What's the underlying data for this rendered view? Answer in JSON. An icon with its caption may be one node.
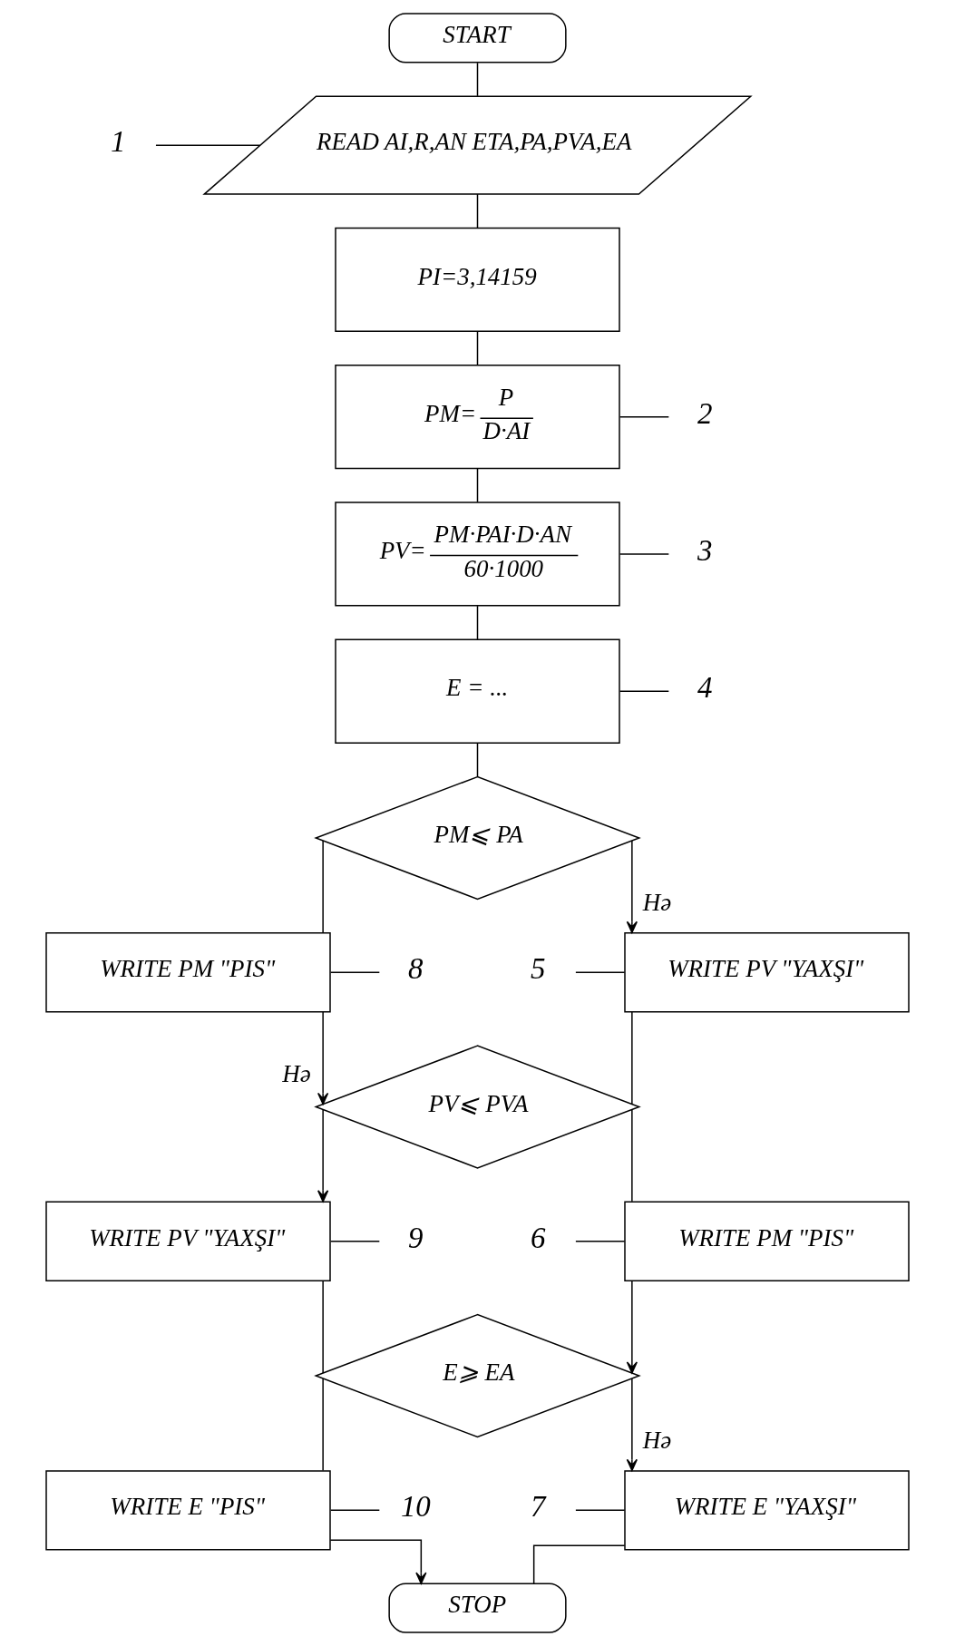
{
  "diagram": {
    "nodes": [
      {
        "text": [
          "START"
        ]
      },
      {
        "text": [
          "READ AI,R,AN ETA,PA,PVA,EA"
        ]
      },
      {
        "text": [
          "PI=3,14159"
        ]
      },
      {
        "text": [
          "PM=",
          "P",
          "D·AI"
        ]
      },
      {
        "text": [
          "PV=",
          "PM·PAI·D·AN",
          "60·1000"
        ]
      },
      {
        "text": [
          "E = ..."
        ]
      },
      {
        "text": [
          "PM⩽ PA"
        ]
      },
      {
        "text": [
          "WRITE PV \"YAXŞI\""
        ]
      },
      {
        "text": [
          "PV⩽ PVA"
        ]
      },
      {
        "text": [
          "WRITE PM \"PIS\""
        ]
      },
      {
        "text": [
          "WRITE PM \"PIS\""
        ]
      },
      {
        "text": [
          "WRITE PV \"YAXŞI\""
        ]
      },
      {
        "text": [
          "E⩾ EA"
        ]
      },
      {
        "text": [
          "WRITE E \"YAXŞI\""
        ]
      },
      {
        "text": [
          "WRITE E \"PIS\""
        ]
      },
      {
        "text": [
          "STOP"
        ]
      },
      {
        "text": [
          "1"
        ]
      },
      {
        "text": [
          "2"
        ]
      },
      {
        "text": [
          "3"
        ]
      },
      {
        "text": [
          "4"
        ]
      },
      {
        "text": [
          "5"
        ]
      },
      {
        "text": [
          "8"
        ]
      },
      {
        "text": [
          "6"
        ]
      },
      {
        "text": [
          "9"
        ]
      },
      {
        "text": [
          "7"
        ]
      },
      {
        "text": [
          "10"
        ]
      }
    ],
    "edges": [
      {
        "from": 0,
        "to": 1,
        "arrow": "none"
      },
      {
        "from": 1,
        "to": 2,
        "arrow": "none"
      },
      {
        "from": 2,
        "to": 3,
        "arrow": "none"
      },
      {
        "from": 3,
        "to": 4,
        "arrow": "none"
      },
      {
        "from": 4,
        "to": 5,
        "arrow": "none"
      },
      {
        "from": 5,
        "to": 6,
        "arrow": "none"
      },
      {
        "from": 6,
        "to": 7,
        "arrow": "to",
        "label": "Hə"
      },
      {
        "from": 6,
        "to": 9,
        "arrow": "none"
      },
      {
        "from": 7,
        "to": 8,
        "arrow": "none"
      },
      {
        "from": 9,
        "to": 8,
        "arrow": "to",
        "label": "Hə"
      },
      {
        "from": 8,
        "to": 10,
        "arrow": "none"
      },
      {
        "from": 8,
        "to": 11,
        "arrow": "to"
      },
      {
        "from": 10,
        "to": 12,
        "arrow": "to"
      },
      {
        "from": 11,
        "to": 12,
        "arrow": "none"
      },
      {
        "from": 12,
        "to": 13,
        "arrow": "to",
        "label": "Hə"
      },
      {
        "from": 12,
        "to": 14,
        "arrow": "none"
      },
      {
        "from": 13,
        "to": 15,
        "arrow": "none"
      },
      {
        "from": 14,
        "to": 15,
        "arrow": "to"
      },
      {
        "from": 16,
        "to": 1,
        "arrow": "none"
      },
      {
        "from": 3,
        "to": 17,
        "arrow": "none"
      },
      {
        "from": 4,
        "to": 18,
        "arrow": "none"
      },
      {
        "from": 5,
        "to": 19,
        "arrow": "none"
      },
      {
        "from": 20,
        "to": 7,
        "arrow": "none"
      },
      {
        "from": 9,
        "to": 21,
        "arrow": "none"
      },
      {
        "from": 22,
        "to": 10,
        "arrow": "none"
      },
      {
        "from": 11,
        "to": 23,
        "arrow": "none"
      },
      {
        "from": 24,
        "to": 13,
        "arrow": "none"
      },
      {
        "from": 14,
        "to": 25,
        "arrow": "none"
      }
    ]
  }
}
